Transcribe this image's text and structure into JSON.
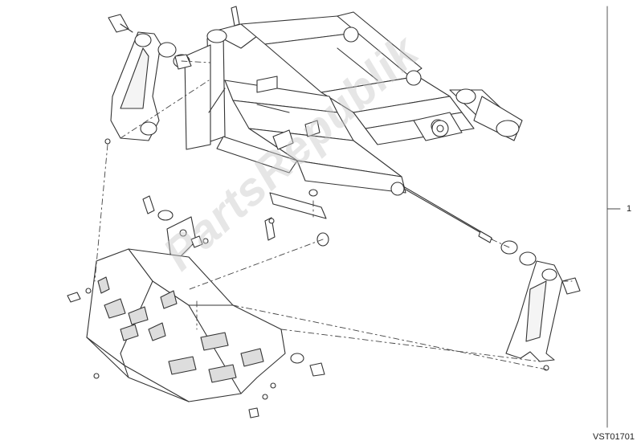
{
  "diagram": {
    "callout_number": "1",
    "drawing_code": "VST01701",
    "watermark_text": "PartsRepublik",
    "colors": {
      "line": "#333333",
      "fill": "#ffffff",
      "shade": "#cfcfcf",
      "watermark": "#c8c8c8"
    }
  }
}
